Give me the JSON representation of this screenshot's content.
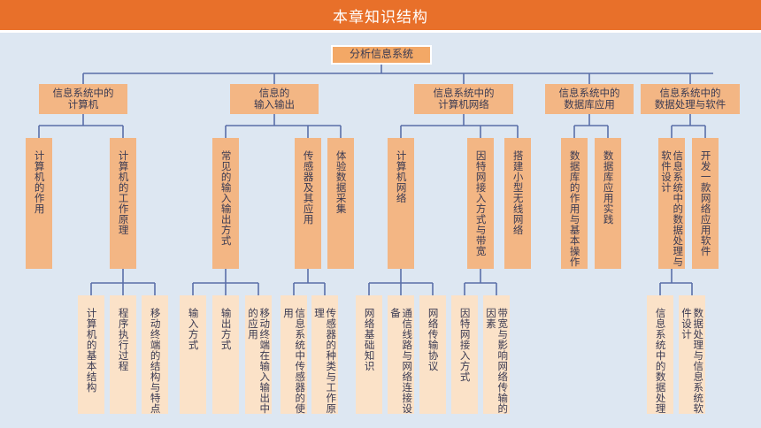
{
  "title": "本章知识结构",
  "root": "分析信息系统",
  "colors": {
    "title_bar": "#e8702a",
    "box": "#f3b684",
    "leaf": "#fbe2c8",
    "wire": "#5a6fa8",
    "background": "#dde7f2"
  },
  "branches": [
    {
      "label": "信息系统中的\n计算机",
      "children": [
        {
          "label": "计算机的作用",
          "children": []
        },
        {
          "label": "计算机的工作原理",
          "children": [
            "计算机的基本结构",
            "程序执行过程",
            "移动终端的结构与特点"
          ]
        }
      ]
    },
    {
      "label": "信息的\n输入输出",
      "children": [
        {
          "label": "常见的输入输出方式",
          "children": [
            "输入方式",
            "输出方式",
            "移动终端在输入输出中的应用"
          ]
        },
        {
          "label": "传感器及其应用",
          "children": [
            "信息系统中传感器的使用",
            "传感器的种类与工作原理"
          ]
        },
        {
          "label": "体验数据采集",
          "children": []
        }
      ]
    },
    {
      "label": "信息系统中的\n计算机网络",
      "children": [
        {
          "label": "计算机网络",
          "children": [
            "网络基础知识",
            "通信线路与网络连接设备",
            "网络传输协议"
          ]
        },
        {
          "label": "因特网接入方式与带宽",
          "children": [
            "因特网接入方式",
            "带宽与影响网络传输的因素"
          ]
        },
        {
          "label": "搭建小型无线网络",
          "children": []
        }
      ]
    },
    {
      "label": "信息系统中的\n数据库应用",
      "children": [
        {
          "label": "数据库的作用与基本操作",
          "children": []
        },
        {
          "label": "数据库应用实践",
          "children": []
        }
      ]
    },
    {
      "label": "信息系统中的\n数据处理与软件",
      "children": [
        {
          "label": "信息系统中的数据处理与软件设计",
          "children": [
            "信息系统中的数据处理",
            "数据处理与信息系统软件设计"
          ]
        },
        {
          "label": "开发一款网络应用软件",
          "children": []
        }
      ]
    }
  ]
}
